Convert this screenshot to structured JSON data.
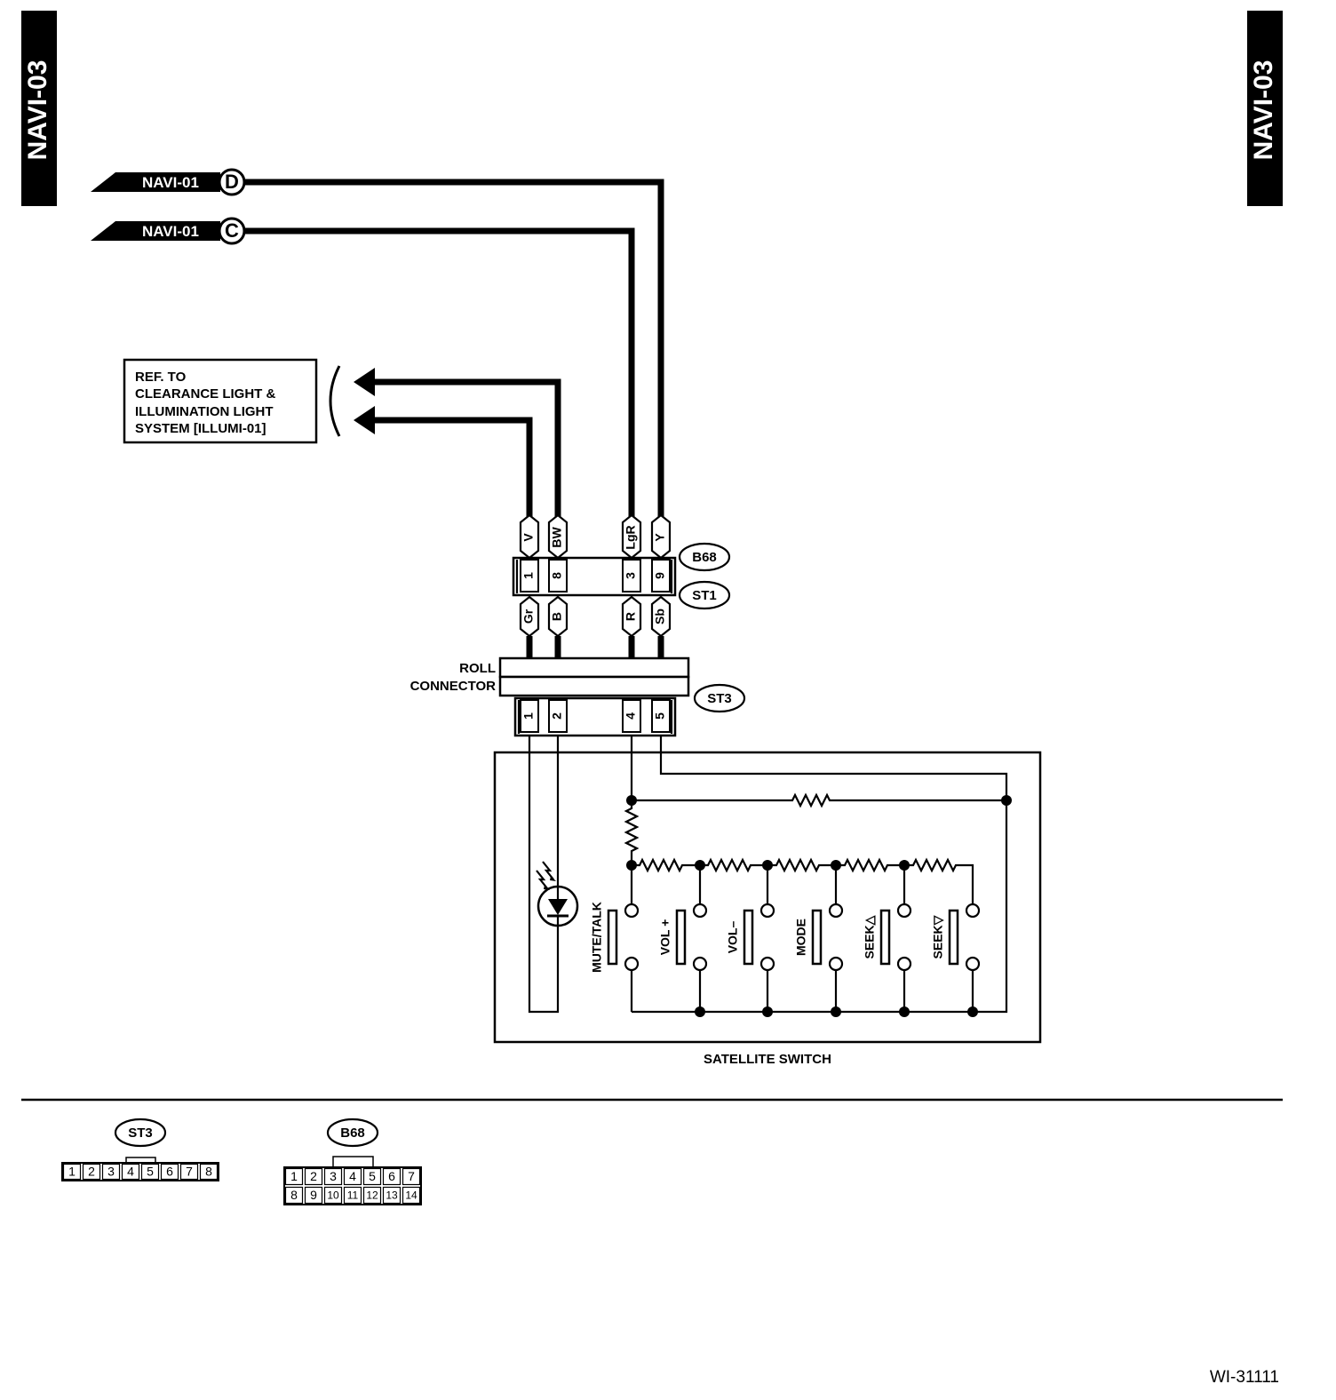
{
  "tabs": {
    "left": "NAVI-03",
    "right": "NAVI-03"
  },
  "inputs": [
    {
      "label": "NAVI-01",
      "terminal": "D"
    },
    {
      "label": "NAVI-01",
      "terminal": "C"
    }
  ],
  "reference_box": {
    "lines": [
      "REF. TO",
      "CLEARANCE LIGHT &",
      "ILLUMINATION LIGHT",
      "SYSTEM [ILLUMI-01]"
    ]
  },
  "connector_b68": {
    "name": "B68",
    "wire_colors": [
      "V",
      "BW",
      "LgR",
      "Y"
    ],
    "pins": [
      "1",
      "8",
      "3",
      "9"
    ]
  },
  "connector_st1": {
    "name": "ST1",
    "wire_colors": [
      "Gr",
      "B",
      "R",
      "Sb"
    ]
  },
  "roll_connector": {
    "label_line1": "ROLL",
    "label_line2": "CONNECTOR"
  },
  "connector_st3": {
    "name": "ST3",
    "pins": [
      "1",
      "2",
      "4",
      "5"
    ]
  },
  "satellite_switch": {
    "label": "SATELLITE SWITCH",
    "switches": [
      "MUTE/TALK",
      "VOL +",
      "VOL–",
      "MODE",
      "SEEK△",
      "SEEK▽"
    ]
  },
  "connector_views": {
    "st3": {
      "name": "ST3",
      "row1": [
        "1",
        "2",
        "3",
        "4",
        "5",
        "6",
        "7",
        "8"
      ]
    },
    "b68": {
      "name": "B68",
      "row1": [
        "1",
        "2",
        "3",
        "4",
        "5",
        "6",
        "7"
      ],
      "row2": [
        "8",
        "9",
        "10",
        "11",
        "12",
        "13",
        "14"
      ]
    }
  },
  "figure_id": "WI-31111"
}
